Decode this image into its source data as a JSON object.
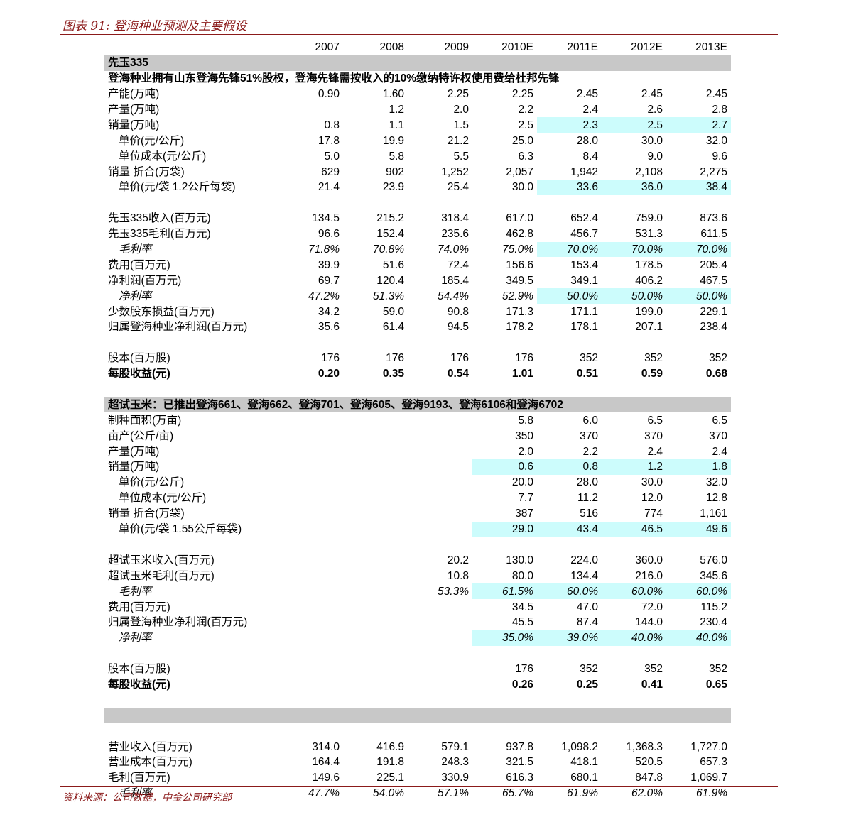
{
  "title": "图表 91: 登海种业预测及主要假设",
  "source": "资料来源：公司数据，中金公司研究部",
  "table": {
    "columns": [
      "2007",
      "2008",
      "2009",
      "2010E",
      "2011E",
      "2012E",
      "2013E"
    ],
    "rows": [
      {
        "type": "section",
        "label": "先玉335",
        "cells": [
          "",
          "",
          "",
          "",
          "",
          "",
          ""
        ]
      },
      {
        "type": "note",
        "label": "登海种业拥有山东登海先锋51%股权，登海先锋需按收入的10%缴纳特许权使用费给杜邦先锋"
      },
      {
        "label": "产能(万吨)",
        "cells": [
          "0.90",
          "1.60",
          "2.25",
          "2.25",
          "2.45",
          "2.45",
          "2.45"
        ]
      },
      {
        "label": "产量(万吨)",
        "cells": [
          "",
          "1.2",
          "2.0",
          "2.2",
          "2.4",
          "2.6",
          "2.8"
        ]
      },
      {
        "label": "销量(万吨)",
        "cells": [
          "0.8",
          "1.1",
          "1.5",
          "2.5",
          "2.3",
          "2.5",
          "2.7"
        ],
        "hl": [
          4,
          5,
          6
        ]
      },
      {
        "label": "单价(元/公斤)",
        "indent": true,
        "cells": [
          "17.8",
          "19.9",
          "21.2",
          "25.0",
          "28.0",
          "30.0",
          "32.0"
        ]
      },
      {
        "label": "单位成本(元/公斤)",
        "indent": true,
        "cells": [
          "5.0",
          "5.8",
          "5.5",
          "6.3",
          "8.4",
          "9.0",
          "9.6"
        ]
      },
      {
        "label": "销量 折合(万袋)",
        "cells": [
          "629",
          "902",
          "1,252",
          "2,057",
          "1,942",
          "2,108",
          "2,275"
        ]
      },
      {
        "label": "单价(元/袋 1.2公斤每袋)",
        "indent": true,
        "cells": [
          "21.4",
          "23.9",
          "25.4",
          "30.0",
          "33.6",
          "36.0",
          "38.4"
        ],
        "hl": [
          4,
          5,
          6
        ]
      },
      {
        "type": "blank"
      },
      {
        "label": "先玉335收入(百万元)",
        "cells": [
          "134.5",
          "215.2",
          "318.4",
          "617.0",
          "652.4",
          "759.0",
          "873.6"
        ]
      },
      {
        "label": "先玉335毛利(百万元)",
        "cells": [
          "96.6",
          "152.4",
          "235.6",
          "462.8",
          "456.7",
          "531.3",
          "611.5"
        ]
      },
      {
        "label": "毛利率",
        "indent": true,
        "italic": true,
        "cells": [
          "71.8%",
          "70.8%",
          "74.0%",
          "75.0%",
          "70.0%",
          "70.0%",
          "70.0%"
        ],
        "hl": [
          4,
          5,
          6
        ]
      },
      {
        "label": "费用(百万元)",
        "cells": [
          "39.9",
          "51.6",
          "72.4",
          "156.6",
          "153.4",
          "178.5",
          "205.4"
        ]
      },
      {
        "label": "净利润(百万元)",
        "cells": [
          "69.7",
          "120.4",
          "185.4",
          "349.5",
          "349.1",
          "406.2",
          "467.5"
        ]
      },
      {
        "label": "净利率",
        "indent": true,
        "italic": true,
        "cells": [
          "47.2%",
          "51.3%",
          "54.4%",
          "52.9%",
          "50.0%",
          "50.0%",
          "50.0%"
        ],
        "hl": [
          4,
          5,
          6
        ]
      },
      {
        "label": "少数股东损益(百万元)",
        "cells": [
          "34.2",
          "59.0",
          "90.8",
          "171.3",
          "171.1",
          "199.0",
          "229.1"
        ]
      },
      {
        "label": "归属登海种业净利润(百万元)",
        "cells": [
          "35.6",
          "61.4",
          "94.5",
          "178.2",
          "178.1",
          "207.1",
          "238.4"
        ]
      },
      {
        "type": "blank"
      },
      {
        "label": "股本(百万股)",
        "cells": [
          "176",
          "176",
          "176",
          "176",
          "352",
          "352",
          "352"
        ]
      },
      {
        "label": "每股收益(元)",
        "bold": true,
        "cells": [
          "0.20",
          "0.35",
          "0.54",
          "1.01",
          "0.51",
          "0.59",
          "0.68"
        ]
      },
      {
        "type": "blank"
      },
      {
        "type": "section-note",
        "label": "超试玉米：已推出登海661、登海662、登海701、登海605、登海9193、登海6106和登海6702"
      },
      {
        "label": "制种面积(万亩)",
        "cells": [
          "",
          "",
          "",
          "5.8",
          "6.0",
          "6.5",
          "6.5"
        ]
      },
      {
        "label": "亩产(公斤/亩)",
        "cells": [
          "",
          "",
          "",
          "350",
          "370",
          "370",
          "370"
        ]
      },
      {
        "label": "产量(万吨)",
        "cells": [
          "",
          "",
          "",
          "2.0",
          "2.2",
          "2.4",
          "2.4"
        ]
      },
      {
        "label": "销量(万吨)",
        "cells": [
          "",
          "",
          "",
          "0.6",
          "0.8",
          "1.2",
          "1.8"
        ],
        "hl": [
          3,
          4,
          5,
          6
        ]
      },
      {
        "label": "单价(元/公斤)",
        "indent": true,
        "cells": [
          "",
          "",
          "",
          "20.0",
          "28.0",
          "30.0",
          "32.0"
        ]
      },
      {
        "label": "单位成本(元/公斤)",
        "indent": true,
        "cells": [
          "",
          "",
          "",
          "7.7",
          "11.2",
          "12.0",
          "12.8"
        ]
      },
      {
        "label": "销量 折合(万袋)",
        "cells": [
          "",
          "",
          "",
          "387",
          "516",
          "774",
          "1,161"
        ]
      },
      {
        "label": "单价(元/袋 1.55公斤每袋)",
        "indent": true,
        "cells": [
          "",
          "",
          "",
          "29.0",
          "43.4",
          "46.5",
          "49.6"
        ],
        "hl": [
          3,
          4,
          5,
          6
        ]
      },
      {
        "type": "blank"
      },
      {
        "label": "超试玉米收入(百万元)",
        "cells": [
          "",
          "",
          "20.2",
          "130.0",
          "224.0",
          "360.0",
          "576.0"
        ]
      },
      {
        "label": "超试玉米毛利(百万元)",
        "cells": [
          "",
          "",
          "10.8",
          "80.0",
          "134.4",
          "216.0",
          "345.6"
        ]
      },
      {
        "label": "毛利率",
        "indent": true,
        "italic": true,
        "cells": [
          "",
          "",
          "53.3%",
          "61.5%",
          "60.0%",
          "60.0%",
          "60.0%"
        ],
        "hl": [
          3,
          4,
          5,
          6
        ]
      },
      {
        "label": "费用(百万元)",
        "cells": [
          "",
          "",
          "",
          "34.5",
          "47.0",
          "72.0",
          "115.2"
        ]
      },
      {
        "label": "归属登海种业净利润(百万元)",
        "cells": [
          "",
          "",
          "",
          "45.5",
          "87.4",
          "144.0",
          "230.4"
        ]
      },
      {
        "label": "净利率",
        "indent": true,
        "italic": true,
        "cells": [
          "",
          "",
          "",
          "35.0%",
          "39.0%",
          "40.0%",
          "40.0%"
        ],
        "hl": [
          3,
          4,
          5,
          6
        ]
      },
      {
        "type": "blank"
      },
      {
        "label": "股本(百万股)",
        "cells": [
          "",
          "",
          "",
          "176",
          "352",
          "352",
          "352"
        ]
      },
      {
        "label": "每股收益(元)",
        "bold": true,
        "cells": [
          "",
          "",
          "",
          "0.26",
          "0.25",
          "0.41",
          "0.65"
        ]
      },
      {
        "type": "blank"
      },
      {
        "type": "section",
        "label": "",
        "cells": [
          "",
          "",
          "",
          "",
          "",
          "",
          ""
        ]
      },
      {
        "type": "blank"
      },
      {
        "label": "营业收入(百万元)",
        "cells": [
          "314.0",
          "416.9",
          "579.1",
          "937.8",
          "1,098.2",
          "1,368.3",
          "1,727.0"
        ]
      },
      {
        "label": "营业成本(百万元)",
        "cells": [
          "164.4",
          "191.8",
          "248.3",
          "321.5",
          "418.1",
          "520.5",
          "657.3"
        ]
      },
      {
        "label": "毛利(百万元)",
        "cells": [
          "149.6",
          "225.1",
          "330.9",
          "616.3",
          "680.1",
          "847.8",
          "1,069.7"
        ]
      },
      {
        "label": "毛利率",
        "indent": true,
        "italic": true,
        "cells": [
          "47.7%",
          "54.0%",
          "57.1%",
          "65.7%",
          "61.9%",
          "62.0%",
          "61.9%"
        ]
      }
    ]
  }
}
